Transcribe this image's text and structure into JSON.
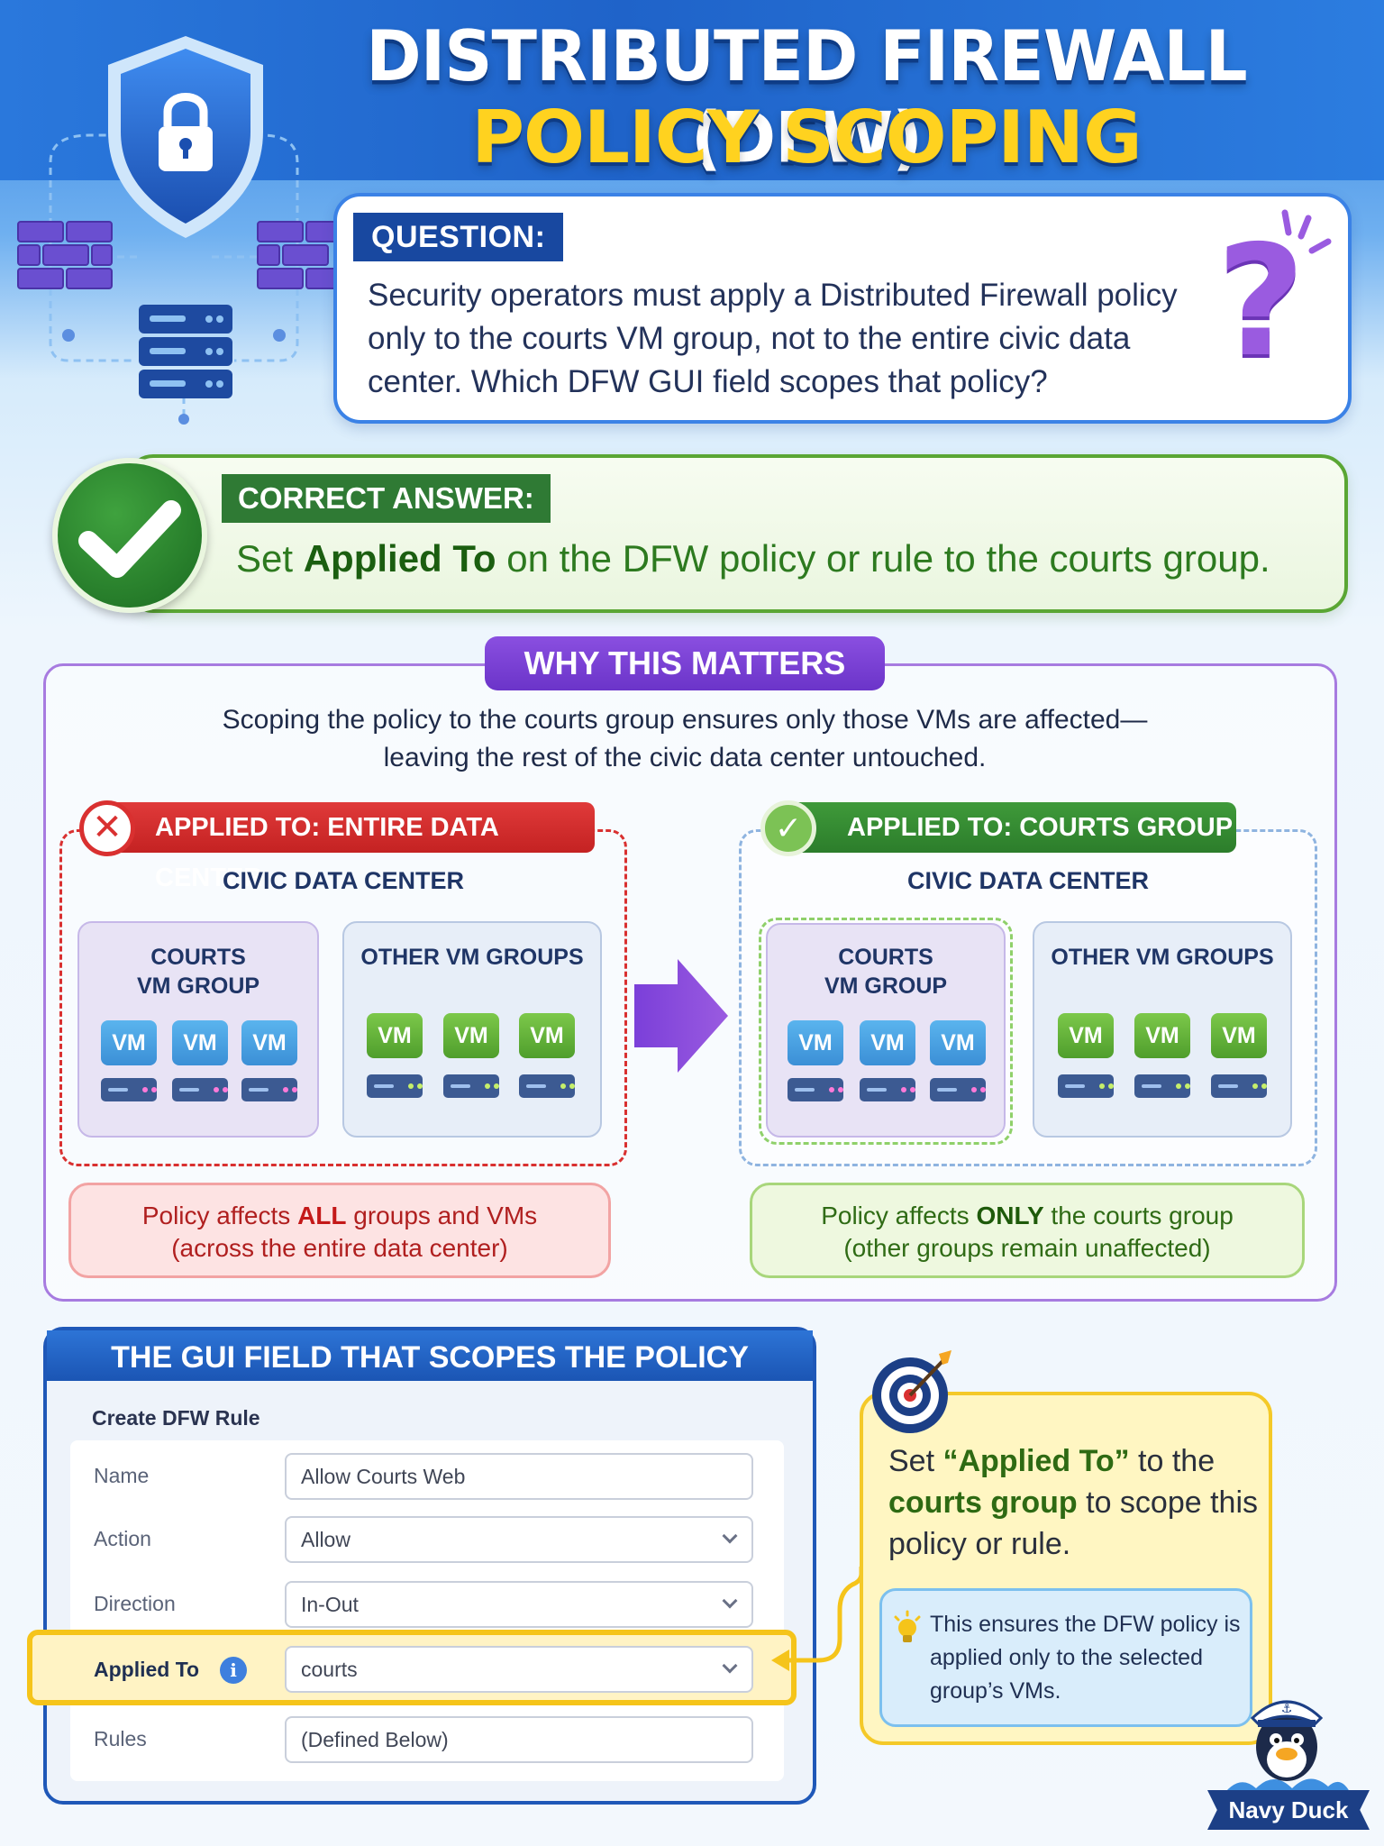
{
  "header": {
    "title_line1": "DISTRIBUTED FIREWALL (DFW)",
    "title_line2": "POLICY SCOPING"
  },
  "question": {
    "tag": "QUESTION:",
    "text": "Security operators must apply a Distributed Firewall policy only to the courts VM group, not to the entire civic data center. Which DFW GUI field scopes that policy?",
    "mark": "?"
  },
  "answer": {
    "tag": "CORRECT ANSWER:",
    "text_pre": "Set ",
    "text_bold": "Applied To",
    "text_post": " on the DFW policy or rule to the courts group."
  },
  "why": {
    "tag": "WHY THIS MATTERS",
    "text_line1": "Scoping the policy to the courts group ensures only those VMs are affected—",
    "text_line2": "leaving the rest of the civic data center untouched.",
    "left_panel": {
      "tag": "APPLIED TO: ENTIRE DATA CENTER",
      "x_symbol": "✕",
      "dc_label": "CIVIC DATA CENTER",
      "courts_line1": "COURTS",
      "courts_line2": "VM GROUP",
      "other_title": "OTHER VM GROUPS",
      "note_line1_pre": "Policy affects ",
      "note_line1_bold": "ALL",
      "note_line1_post": " groups and VMs",
      "note_line2": "(across the entire data center)"
    },
    "right_panel": {
      "tag": "APPLIED TO: COURTS GROUP",
      "check_symbol": "✓",
      "dc_label": "CIVIC DATA CENTER",
      "courts_line1": "COURTS",
      "courts_line2": "VM GROUP",
      "other_title": "OTHER VM GROUPS",
      "note_line1_pre": "Policy affects ",
      "note_line1_bold": "ONLY",
      "note_line1_post": " the courts group",
      "note_line2": "(other groups remain unaffected)"
    },
    "vm_label": "VM"
  },
  "gui": {
    "header": "THE GUI FIELD THAT SCOPES THE POLICY",
    "form_title": "Create DFW Rule",
    "fields": [
      {
        "label": "Name",
        "value": "Allow Courts Web"
      },
      {
        "label": "Action",
        "value": "Allow"
      },
      {
        "label": "Direction",
        "value": "In-Out"
      },
      {
        "label": "Applied To",
        "value": "courts"
      },
      {
        "label": "Rules",
        "value": "(Defined Below)"
      }
    ],
    "info_symbol": "i"
  },
  "callout": {
    "text_pre": "Set ",
    "text_bold1": "“Applied To”",
    "text_mid": " to the ",
    "text_bold2": "courts group",
    "text_post": " to scope this policy or rule.",
    "tip": "This ensures the DFW policy is applied only to the selected group’s VMs."
  },
  "brand": {
    "name": "Navy Duck"
  },
  "colors": {
    "primary_blue": "#1f63c9",
    "title_yellow": "#ffd21f",
    "answer_green": "#2d7a1f",
    "why_purple": "#7b3fd9",
    "danger_red": "#d93030",
    "highlight_yellow": "#f5c41a"
  },
  "icons": [
    "shield-lock-icon",
    "firewall-brick-icon",
    "server-rack-icon",
    "question-mark-icon",
    "checkmark-icon",
    "x-icon",
    "arrow-right-icon",
    "info-icon",
    "chevron-down-icon",
    "target-icon",
    "lightbulb-icon",
    "navy-duck-mascot"
  ]
}
